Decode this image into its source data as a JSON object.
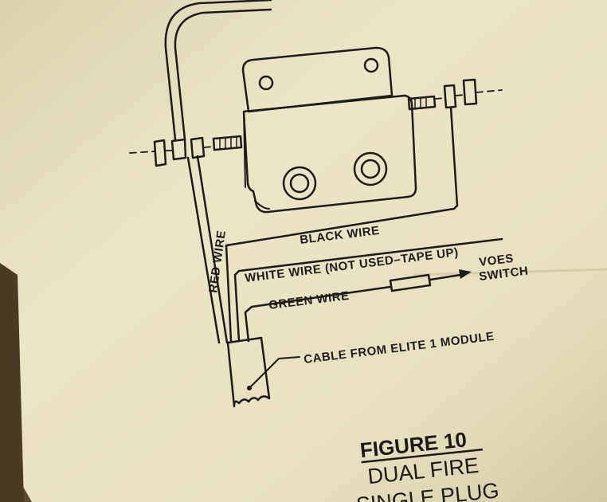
{
  "diagram": {
    "labels": {
      "black_wire": "BLACK WIRE",
      "white_wire": "WHITE WIRE (NOT USED–TAPE UP)",
      "green_wire": "GREEN WIRE",
      "red_wire": "RED WIRE",
      "voes_line1": "VOES",
      "voes_line2": "SWITCH",
      "cable": "CABLE FROM ELITE 1 MODULE"
    },
    "figure": {
      "number": "FIGURE 10",
      "line1": "DUAL FIRE",
      "line2": "SINGLE PLUG"
    }
  },
  "colors": {
    "paper": "#e9e4c2",
    "ink": "#1c1c1c",
    "background": "#5a4a2e"
  }
}
